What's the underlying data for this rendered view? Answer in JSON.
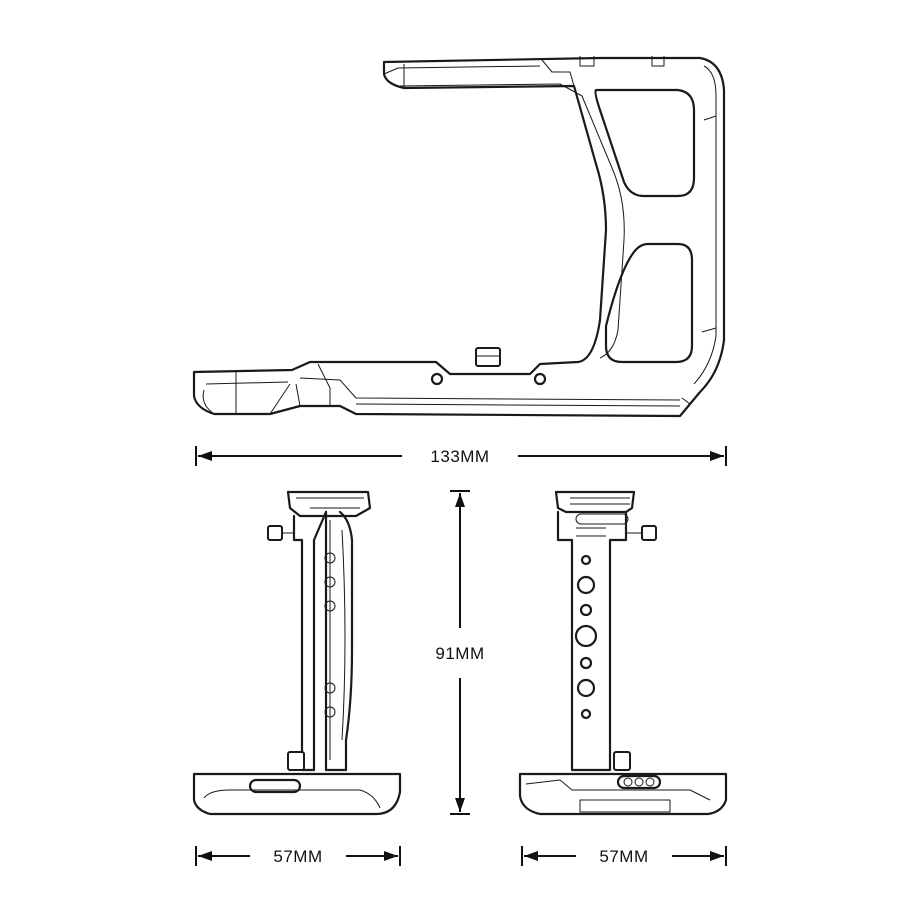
{
  "dimensions": {
    "width_top": "133MM",
    "height_side": "91MM",
    "depth_left": "57MM",
    "depth_right": "57MM"
  }
}
